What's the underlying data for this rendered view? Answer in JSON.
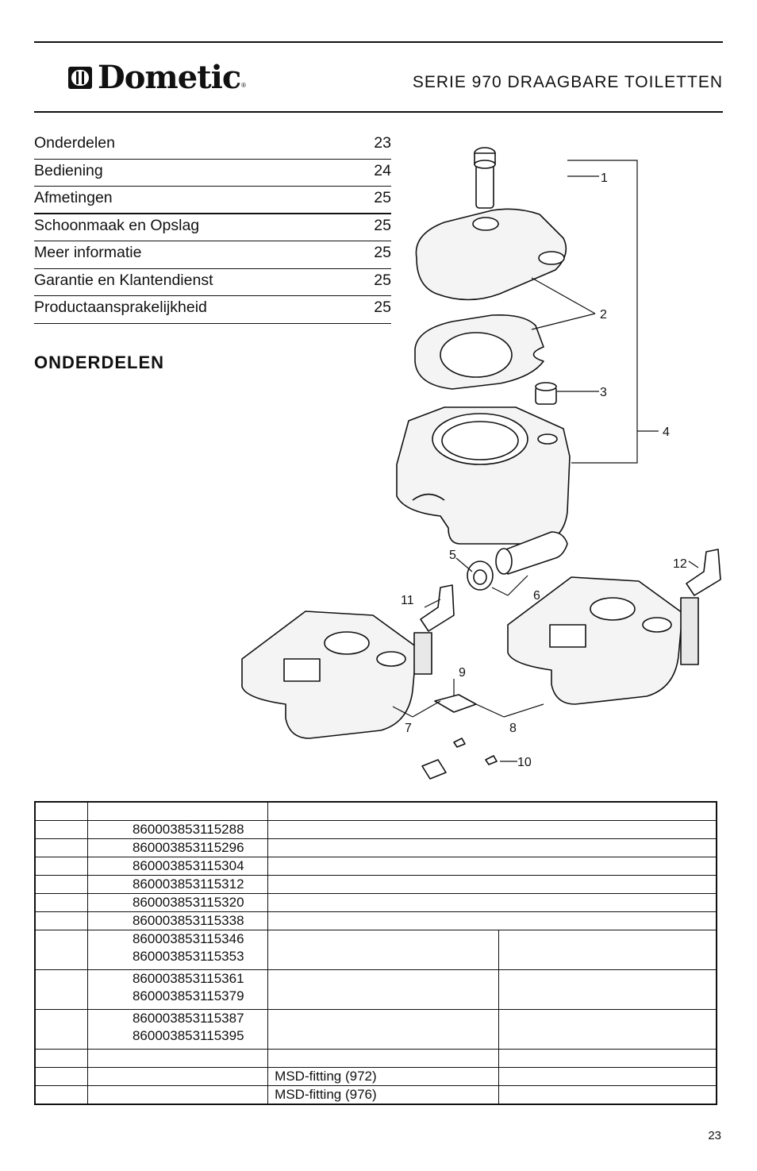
{
  "header": {
    "logo_text": "Dometic",
    "logo_mark": "®",
    "series_title": "SERIE 970 DRAAGBARE TOILETTEN"
  },
  "toc": [
    {
      "label": "Onderdelen",
      "page": "23"
    },
    {
      "label": "Bediening",
      "page": "24"
    },
    {
      "label": "Afmetingen",
      "page": "25"
    },
    {
      "label": "Schoonmaak en Opslag",
      "page": "25"
    },
    {
      "label": "Meer informatie",
      "page": "25"
    },
    {
      "label": "Garantie en Klantendienst",
      "page": "25"
    },
    {
      "label": "Productaansprakelijkheid",
      "page": "25"
    }
  ],
  "section_heading": "ONDERDELEN",
  "diagram": {
    "callouts": [
      "1",
      "2",
      "3",
      "4",
      "5",
      "6",
      "7",
      "8",
      "9",
      "10",
      "11",
      "12"
    ]
  },
  "parts_table": {
    "rows": [
      {
        "col1": "",
        "col2": "",
        "col3": "",
        "col4": ""
      },
      {
        "col1": "",
        "col2": "860003853115288",
        "col3": "",
        "col4": ""
      },
      {
        "col1": "",
        "col2": "860003853115296",
        "col3": "",
        "col4": ""
      },
      {
        "col1": "",
        "col2": "860003853115304",
        "col3": "",
        "col4": ""
      },
      {
        "col1": "",
        "col2": "860003853115312",
        "col3": "",
        "col4": ""
      },
      {
        "col1": "",
        "col2": "860003853115320",
        "col3": "",
        "col4": ""
      },
      {
        "col1": "",
        "col2": "860003853115338",
        "col3": "",
        "col4": ""
      },
      {
        "col1": "",
        "col2": "860003853115346",
        "col2b": "860003853115353",
        "col3": "",
        "col4": ""
      },
      {
        "col1": "",
        "col2": "860003853115361",
        "col2b": "860003853115379",
        "col3": "",
        "col4": ""
      },
      {
        "col1": "",
        "col2": "860003853115387",
        "col2b": "860003853115395",
        "col3": "",
        "col4": ""
      },
      {
        "col1": "",
        "col2": "",
        "col3": "",
        "col4": ""
      },
      {
        "col1": "",
        "col2": "",
        "col3": "MSD-fitting (972)",
        "col4": ""
      },
      {
        "col1": "",
        "col2": "",
        "col3": "MSD-fitting (976)",
        "col4": ""
      }
    ]
  },
  "page_number": "23"
}
